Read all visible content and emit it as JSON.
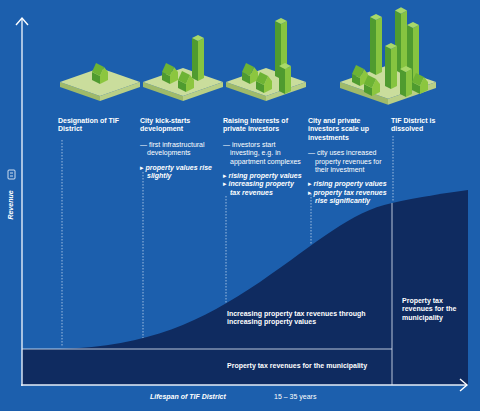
{
  "diagram": {
    "nodes": [
      {
        "text": [
          "Increasing property tax revenues through increasing property values"
        ]
      },
      {
        "text": [
          "Property tax revenues for the municipality"
        ]
      },
      {
        "text": [
          "Property tax revenues for the municipality"
        ]
      }
    ],
    "labels": [
      "Designation of TIF District",
      "City kick-starts development",
      "— first infrastructural developments",
      "▸ property values rise slightly",
      "Raising interests of private investors",
      "— investors start investing, e.g. in appartment complexes",
      "▸ rising property values",
      "▸ increasing property tax revenues",
      "City and private investors scale up investments",
      "— city uses increased property revenues for their investment",
      "▸ rising property values",
      "▸ property tax revenues rise significantly",
      "TIF District is dissolved",
      "Revenue",
      "Lifespan of TIF District",
      "15 – 35 years"
    ]
  }
}
